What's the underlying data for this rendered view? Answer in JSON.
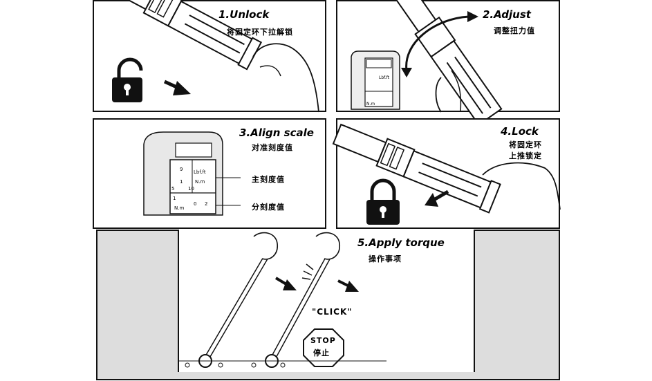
{
  "steps": [
    {
      "title": "1.Unlock",
      "subtitle": "将固定环下拉解锁"
    },
    {
      "title": "2.Adjust",
      "subtitle": "调整扭力值"
    },
    {
      "title": "3.Align scale",
      "subtitle": "对准刻度值",
      "main_scale_label": "主刻度值",
      "sub_scale_label": "分刻度值",
      "scale": {
        "unit_top": "Lbf.ft",
        "unit_mid": "N.m",
        "unit_bottom": "N.m",
        "num_9": "9",
        "num_1": "1",
        "num_5": "5",
        "num_10": "10",
        "num_1b": "1",
        "num_2": "2",
        "num_0": "0"
      }
    },
    {
      "title": "4.Lock",
      "subtitle_line1": "将固定环",
      "subtitle_line2": "上推锁定"
    },
    {
      "title": "5.Apply torque",
      "subtitle": "操作事项",
      "click_text": "\"CLICK\"",
      "stop_line1": "STOP",
      "stop_line2": "停止"
    }
  ],
  "adjust_scale": {
    "unit_top": "Lbf.ft",
    "unit_bottom": "N.m"
  },
  "icons": {
    "unlock": "padlock-open-icon",
    "lock": "padlock-closed-icon",
    "arrow": "arrow-icon"
  }
}
